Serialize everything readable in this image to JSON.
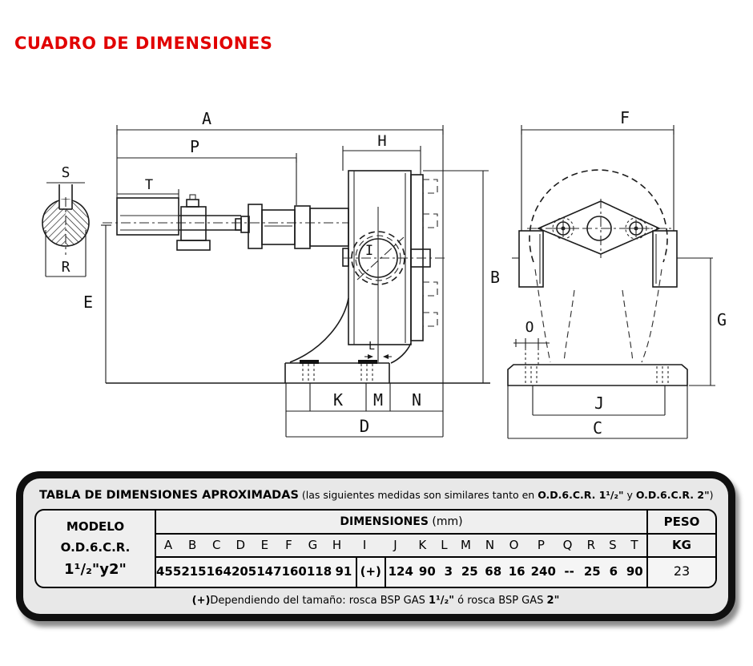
{
  "title": "CUADRO DE DIMENSIONES",
  "colors": {
    "title_red": "#e10000",
    "line": "#1b1b1b",
    "panel_bg": "#e8e8e8"
  },
  "diagram": {
    "labels": {
      "A": "A",
      "B": "B",
      "C": "C",
      "D": "D",
      "E": "E",
      "F": "F",
      "G": "G",
      "H": "H",
      "I": "I",
      "J": "J",
      "K": "K",
      "L": "L",
      "M": "M",
      "N": "N",
      "O": "O",
      "P": "P",
      "R": "R",
      "S": "S",
      "T": "T"
    }
  },
  "table": {
    "title_bold": "TABLA DE DIMENSIONES APROXIMADAS",
    "note_prefix": " (las siguientes medidas son similares tanto en ",
    "note_model1": "O.D.6.C.R. 1¹/₂\"",
    "note_mid": " y ",
    "note_model2": "O.D.6.C.R. 2\"",
    "note_suffix": ")",
    "modelo_label": "MODELO",
    "modelo_line2": "O.D.6.C.R.",
    "modelo_line3": "1¹/₂\"y2\"",
    "dims_header_bold": "DIMENSIONES",
    "dims_header_unit": " (mm)",
    "peso_label": "PESO",
    "peso_unit": "KG",
    "peso_value": "23",
    "columns": [
      "A",
      "B",
      "C",
      "D",
      "E",
      "F",
      "G",
      "H",
      "I",
      "J",
      "K",
      "L",
      "M",
      "N",
      "O",
      "P",
      "Q",
      "R",
      "S",
      "T"
    ],
    "values": [
      "455",
      "215",
      "164",
      "205",
      "147",
      "160",
      "118",
      "91",
      "(+)",
      "124",
      "90",
      "3",
      "25",
      "68",
      "16",
      "240",
      "--",
      "25",
      "6",
      "90"
    ],
    "footnote_plus": "(+)",
    "footnote_t1": "Dependiendo del tamaño: rosca BSP GAS ",
    "footnote_b1": "1¹/₂\"",
    "footnote_t2": " ó rosca BSP GAS ",
    "footnote_b2": "2\""
  }
}
